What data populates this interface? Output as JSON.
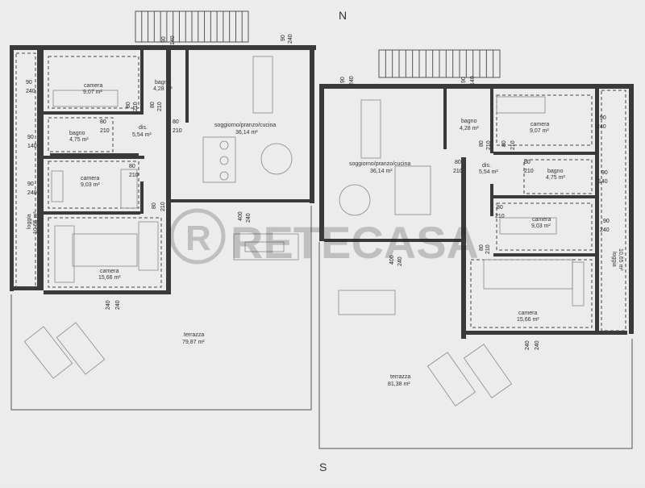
{
  "compass": {
    "north": "N",
    "south": "S"
  },
  "watermark": {
    "text": "RETECASA",
    "logo_letter": "R"
  },
  "rooms": {
    "l_camera_top": {
      "name": "camera",
      "area": "9,07 m²"
    },
    "l_bagno_top": {
      "name": "bagno",
      "area": "4,28 m²"
    },
    "l_soggiorno": {
      "name": "soggiorno/pranzo/cucina",
      "area": "36,14 m²"
    },
    "l_bagno_mid": {
      "name": "bagno",
      "area": "4,75 m²"
    },
    "l_dis": {
      "name": "dis.",
      "area": "5,54 m²"
    },
    "l_camera_mid": {
      "name": "camera",
      "area": "9,03 m²"
    },
    "l_camera_big": {
      "name": "camera",
      "area": "15,66 m²"
    },
    "l_loggia": {
      "name": "loggia",
      "area": "10,65 m²"
    },
    "l_terrazza": {
      "name": "terrazza",
      "area": "79,87 m²"
    },
    "r_bagno_top": {
      "name": "bagno",
      "area": "4,28 m²"
    },
    "r_camera_top": {
      "name": "camera",
      "area": "9,07 m²"
    },
    "r_soggiorno": {
      "name": "soggiorno/pranzo/cucina",
      "area": "36,14 m²"
    },
    "r_dis": {
      "name": "dis.",
      "area": "5,54 m²"
    },
    "r_bagno_mid": {
      "name": "bagno",
      "area": "4,75 m²"
    },
    "r_camera_mid": {
      "name": "camera",
      "area": "9,03 m²"
    },
    "r_camera_big": {
      "name": "camera",
      "area": "15,66 m²"
    },
    "r_loggia": {
      "name": "loggia",
      "area": "10,65 m²"
    },
    "r_terrazza": {
      "name": "terrazza",
      "area": "81,38 m²"
    }
  },
  "dimensions": {
    "d90": "90",
    "d140": "140",
    "d240": "240",
    "d80": "80",
    "d210": "210",
    "d400": "400"
  }
}
